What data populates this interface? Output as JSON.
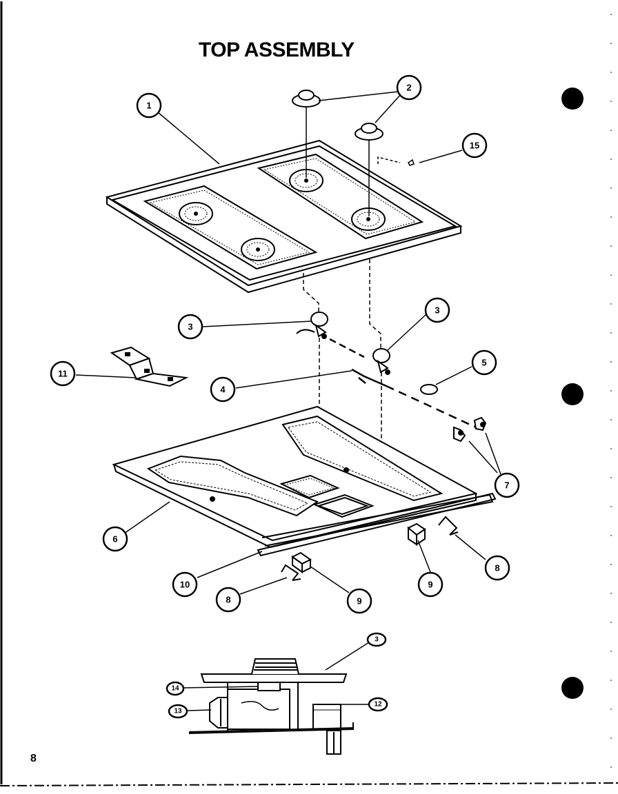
{
  "title": "TOP ASSEMBLY",
  "page_number": "8",
  "callouts": {
    "c1": "1",
    "c2": "2",
    "c15": "15",
    "c3a": "3",
    "c3b": "3",
    "c5": "5",
    "c11": "11",
    "c4": "4",
    "c7": "7",
    "c6": "6",
    "c8a": "8",
    "c10": "10",
    "c9a": "9",
    "c9b": "9",
    "c8b": "8",
    "d3": "3",
    "d14": "14",
    "d13": "13",
    "d12": "12"
  }
}
